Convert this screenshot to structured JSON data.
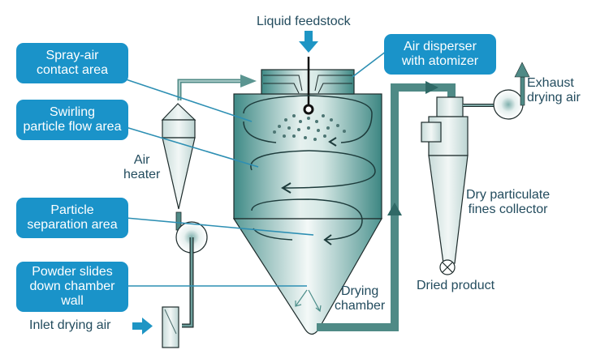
{
  "title": "Spray drying process",
  "colors": {
    "callout_bg": "#1a93c9",
    "callout_text": "#ffffff",
    "label_text": "#234c5e",
    "duct": "#4f8a86",
    "arrow_blue": "#1e95c4",
    "leader_line": "#2d8fb3"
  },
  "callouts": {
    "spray_air": "Spray-air\ncontact area",
    "swirling": "Swirling\nparticle flow area",
    "separation": "Particle\nseparation area",
    "powder": "Powder slides\ndown chamber\nwall",
    "disperser": "Air disperser\nwith atomizer"
  },
  "labels": {
    "liquid_feedstock": "Liquid feedstock",
    "air_heater": "Air\nheater",
    "inlet_air": "Inlet drying air",
    "drying_chamber": "Drying\nchamber",
    "exhaust": "Exhaust\ndrying air",
    "fines_collector": "Dry particulate\nfines collector",
    "dried_product": "Dried product"
  }
}
